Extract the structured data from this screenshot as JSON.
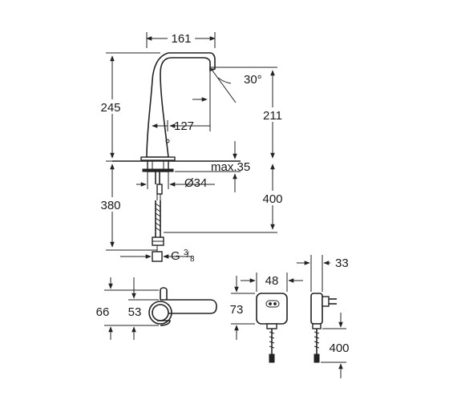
{
  "dimensions": {
    "spout_width": "161",
    "angle": "30°",
    "height_above_deck": "245",
    "spout_height": "211",
    "spout_reach": "127",
    "max_deck_thickness": "max.35",
    "hole_diameter": "Ø34",
    "hose_length": "380",
    "hose_drop": "400",
    "thread_prefix": "G",
    "thread_num": "3",
    "thread_den": "8",
    "top_view_66": "66",
    "top_view_53": "53",
    "adapter_width": "48",
    "adapter_depth": "33",
    "adapter_height": "73",
    "cable_length": "400"
  },
  "colors": {
    "line": "#222222",
    "background": "#ffffff"
  }
}
